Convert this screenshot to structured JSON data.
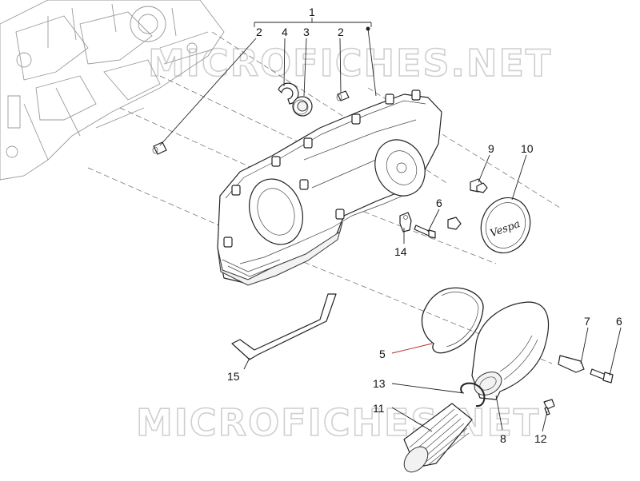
{
  "watermark": {
    "top": "MICROFICHES.NET",
    "bottom": "MICROFICHES.NET"
  },
  "callouts": {
    "c1": "1",
    "c2a": "2",
    "c4": "4",
    "c3": "3",
    "c2b": "2",
    "c9": "9",
    "c10": "10",
    "c6a": "6",
    "c14": "14",
    "c7": "7",
    "c6b": "6",
    "c5": "5",
    "c15": "15",
    "c13": "13",
    "c11": "11",
    "c8": "8",
    "c12": "12"
  },
  "badge_text": "Vespa",
  "colors": {
    "ink": "#111111",
    "engine_outline": "#9a9a9a",
    "watermark": "#cfcfcf",
    "leader_red": "#b02020"
  }
}
